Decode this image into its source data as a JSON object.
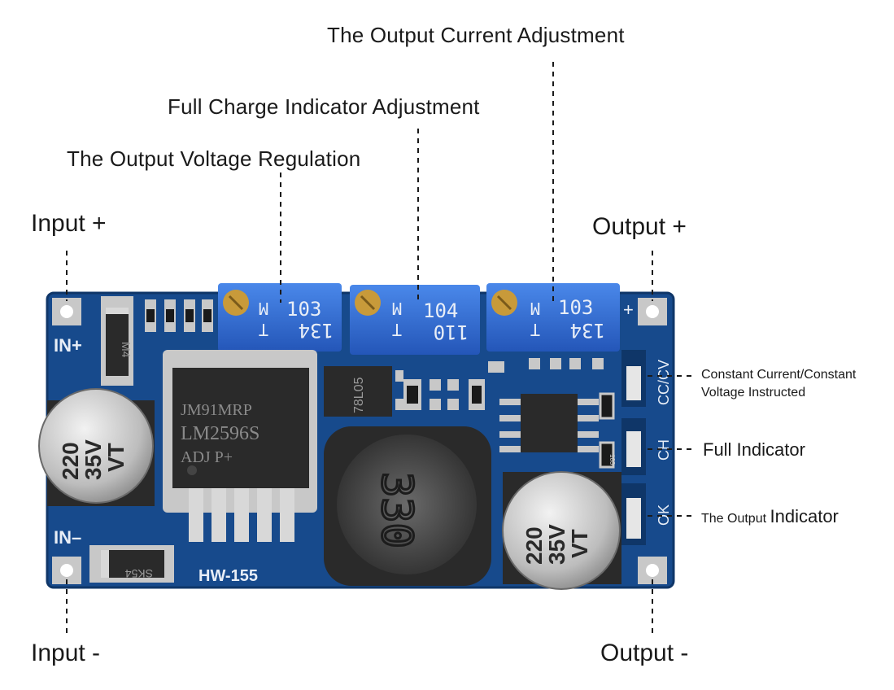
{
  "labels": {
    "output_current_adjustment": "The Output Current Adjustment",
    "full_charge_indicator_adjustment": "Full Charge Indicator Adjustment",
    "output_voltage_regulation": "The Output Voltage Regulation",
    "input_plus": "Input +",
    "output_plus": "Output +",
    "input_minus": "Input -",
    "output_minus": "Output -",
    "cc_cv_line1": "Constant Current/Constant",
    "cc_cv_line2": "Voltage Instructed",
    "full_indicator": "Full Indicator",
    "output_indicator_prefix": "The Output ",
    "output_indicator_suffix": "Indicator"
  },
  "board": {
    "model": "HW-155",
    "in_plus": "IN+",
    "in_minus": "IN–",
    "chip_line1": "JM91MRP",
    "chip_line2": "LM2596S",
    "chip_line3": "ADJ   P+",
    "regulator": "78L05",
    "diode_top": "M4",
    "diode_bottom": "SK54",
    "cap_left_line1": "220",
    "cap_left_line2": "35V",
    "cap_left_line3": "VT",
    "cap_right_line1": "220",
    "cap_right_line2": "35V",
    "cap_right_line3": "VT",
    "pot1_line1": "103",
    "pot1_line2": "134",
    "pot2_line1": "104",
    "pot2_line2": "110",
    "pot3_line1": "103",
    "pot3_line2": "134",
    "pot_letter_m": "M",
    "pot_letter_t": "T",
    "inductor_text": "330",
    "silk_cc_cv": "CC/CV",
    "silk_ch": "CH",
    "silk_ok": "OK",
    "resistor_code": "103"
  },
  "colors": {
    "pcb": "#174a8c",
    "pcb_dark": "#0f3668",
    "pot_blue": "#2f6fd6",
    "brass": "#c89a3a",
    "pad": "#c8c8c8"
  }
}
